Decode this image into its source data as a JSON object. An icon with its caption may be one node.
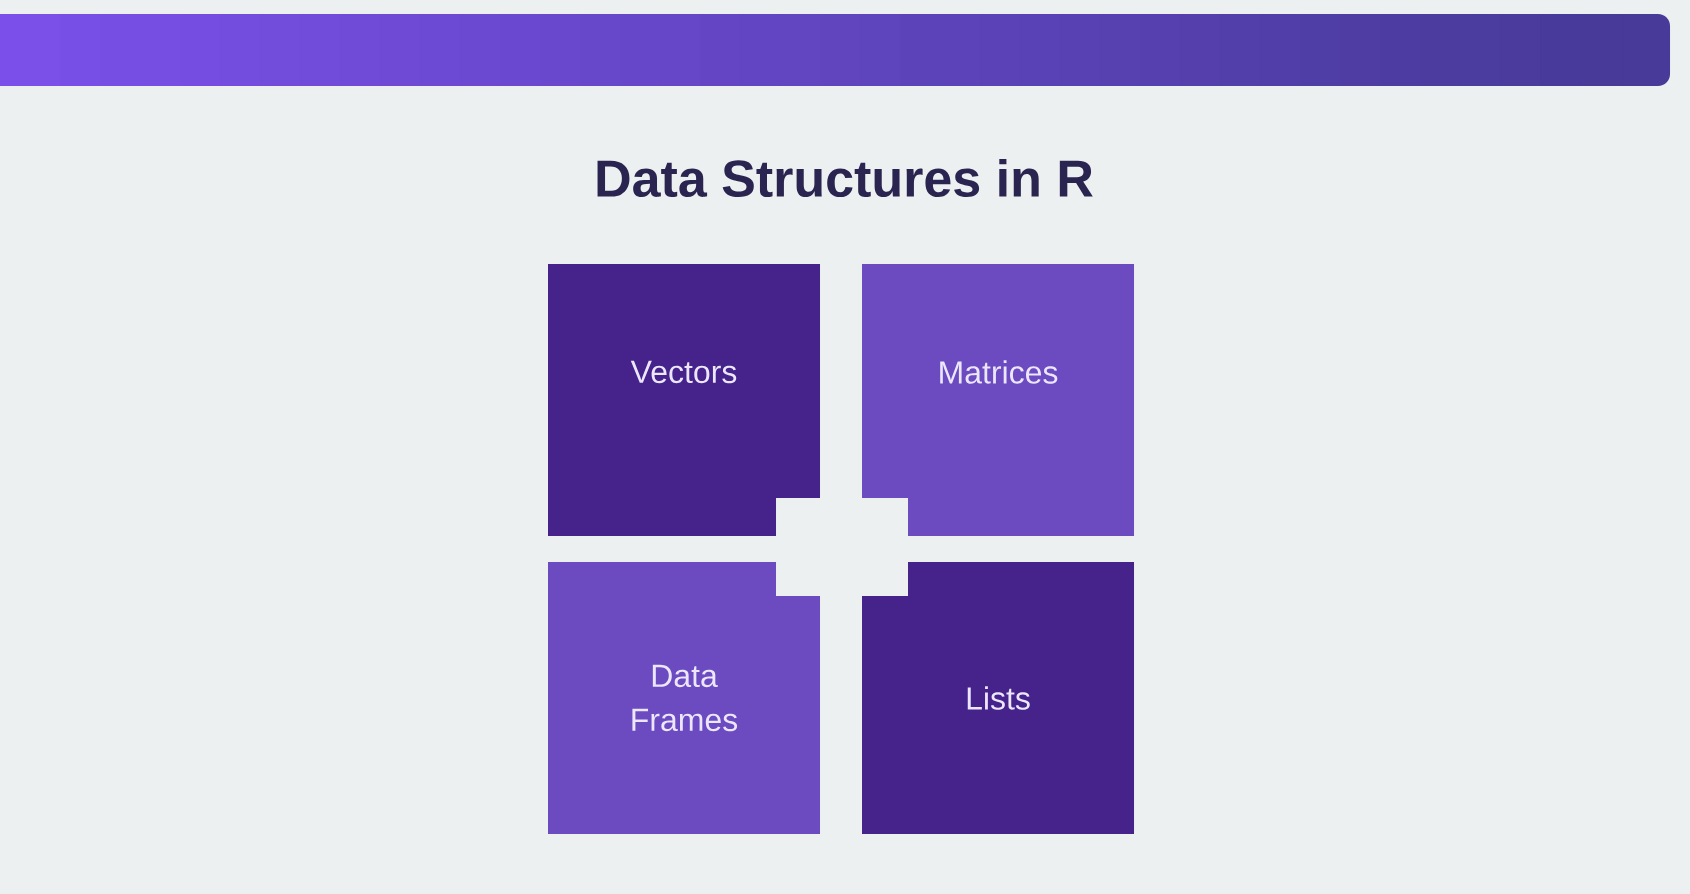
{
  "diagram": {
    "title": "Data Structures in R",
    "nodes": [
      {
        "text": [
          "Vectors"
        ]
      },
      {
        "text": [
          "Matrices"
        ]
      },
      {
        "text": [
          "Data Frames"
        ]
      },
      {
        "text": [
          "Lists"
        ]
      }
    ]
  }
}
